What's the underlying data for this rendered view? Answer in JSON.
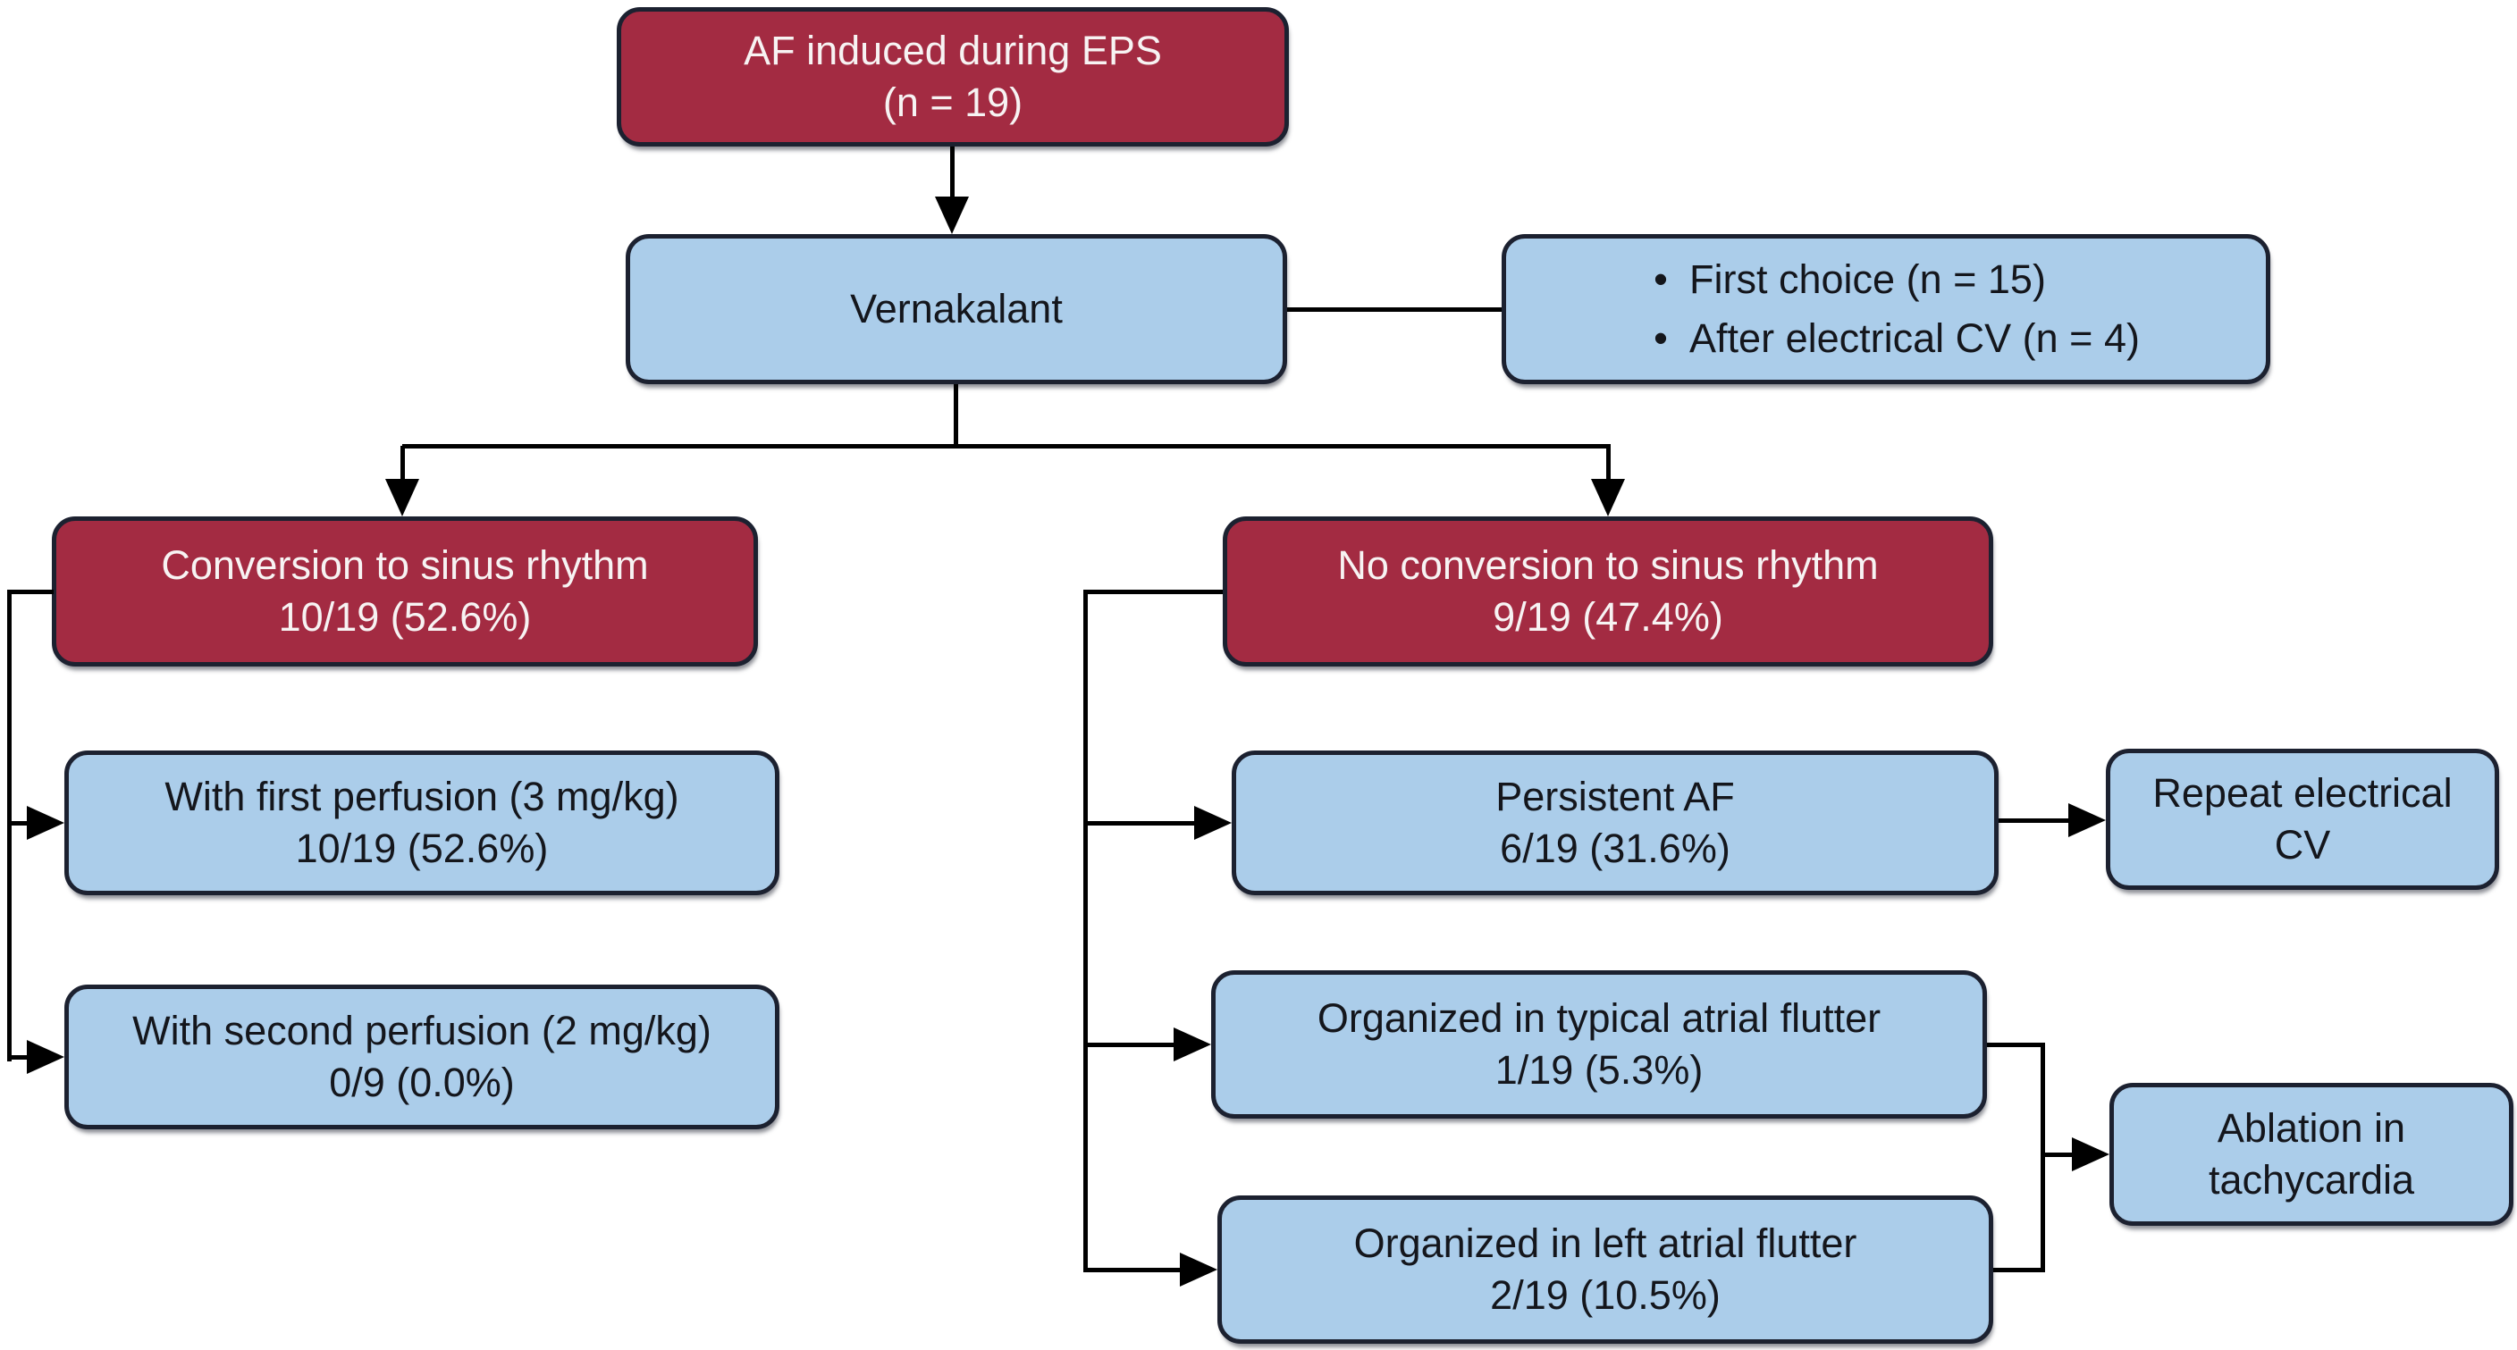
{
  "diagram": {
    "title_context": "Vernakalant cardioversion flowchart",
    "colors": {
      "background": "#FFFFFF",
      "red": "#A32B42",
      "blue": "#ABCDEA",
      "border": "#1C2130",
      "line": "#000000",
      "red_text": "#F7F3F3",
      "blue_text": "#14161C"
    },
    "nodes": {
      "root": {
        "lines": [
          "AF induced during EPS",
          "(n = 19)"
        ]
      },
      "vernakalant": {
        "lines": [
          "Vernakalant"
        ]
      },
      "details": {
        "bullet": "•",
        "items": [
          "First choice (n = 15)",
          "After electrical CV (n = 4)"
        ]
      },
      "conversion": {
        "lines": [
          "Conversion to sinus rhythm",
          "10/19 (52.6%)"
        ]
      },
      "no_conversion": {
        "lines": [
          "No conversion to sinus rhythm",
          "9/19 (47.4%)"
        ]
      },
      "first_perfusion": {
        "lines": [
          "With first perfusion (3 mg/kg)",
          "10/19 (52.6%)"
        ]
      },
      "second_perfusion": {
        "lines": [
          "With second perfusion (2 mg/kg)",
          "0/9 (0.0%)"
        ]
      },
      "persistent_af": {
        "lines": [
          "Persistent AF",
          "6/19 (31.6%)"
        ]
      },
      "repeat_cv": {
        "lines": [
          "Repeat electrical",
          "CV"
        ]
      },
      "typical_flutter": {
        "lines": [
          "Organized in typical atrial flutter",
          "1/19 (5.3%)"
        ]
      },
      "left_flutter": {
        "lines": [
          "Organized in left atrial flutter",
          "2/19 (10.5%)"
        ]
      },
      "ablation": {
        "lines": [
          "Ablation in",
          "tachycardia"
        ]
      }
    }
  }
}
